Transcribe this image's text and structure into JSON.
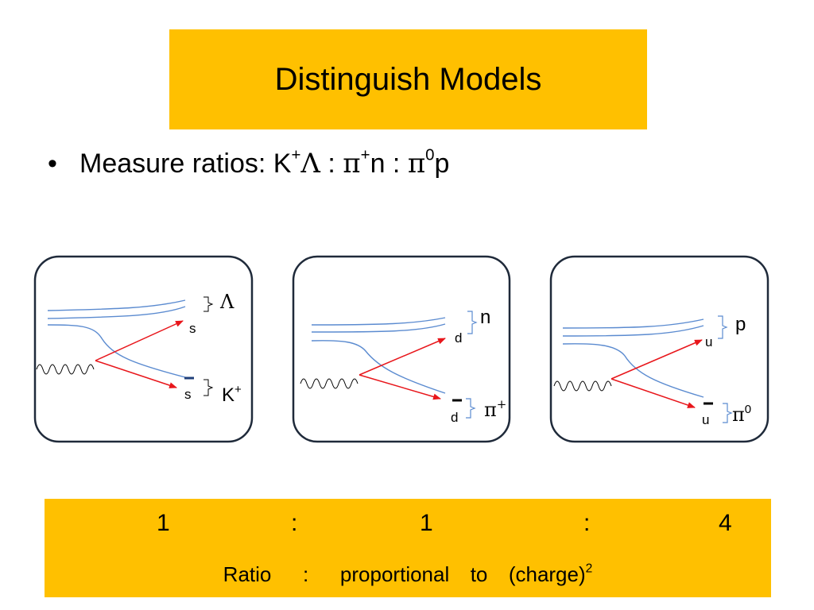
{
  "title": "Distinguish Models",
  "bullet": {
    "prefix": "Measure ratios:  K",
    "sup1": "+",
    "lambda": "Λ",
    "sep1": " : ",
    "pi1": "π",
    "sup2": "+",
    "mid": "n : ",
    "pi2": "π",
    "sup3": "0",
    "end": "p"
  },
  "diagrams": [
    {
      "upper_quark": "s",
      "lower_quark": "s",
      "upper_hadron": "Λ",
      "lower_hadron": "K",
      "lower_hadron_sup": "+"
    },
    {
      "upper_quark": "d",
      "lower_quark": "d",
      "upper_hadron": "n",
      "lower_hadron": "π",
      "lower_hadron_sup": "+"
    },
    {
      "upper_quark": "u",
      "lower_quark": "u",
      "upper_hadron": "p",
      "lower_hadron": "π",
      "lower_hadron_sup": "0"
    }
  ],
  "ratio": {
    "values": [
      "1",
      ":",
      "1",
      ":",
      "4"
    ],
    "label": "Ratio   :   proportional  to  (charge)",
    "label_sup": "2"
  },
  "colors": {
    "highlight": "#FFC000",
    "quark_line": "#5B8BD0",
    "photon_arrow": "#E8161B"
  }
}
